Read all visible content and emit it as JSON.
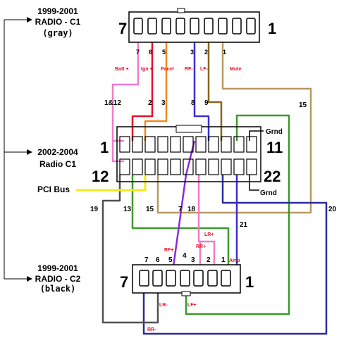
{
  "left_labels": {
    "top": {
      "l1": "1999-2001",
      "l2": "RADIO - C1",
      "l3": "(gray)"
    },
    "mid": {
      "l1": "2002-2004",
      "l2": "Radio C1"
    },
    "bottom": {
      "l1": "1999-2001",
      "l2": "RADIO - C2",
      "l3": "(black)"
    }
  },
  "pci_bus": "PCI Bus",
  "top_connector": {
    "left_num": "7",
    "right_num": "1",
    "pins": [
      "7",
      "6",
      "5",
      "3",
      "2",
      "1"
    ]
  },
  "mid_connector": {
    "tl": "1",
    "bl": "12",
    "tr": "11",
    "br": "22"
  },
  "bottom_connector": {
    "left_num": "7",
    "right_num": "1",
    "pins": [
      "7",
      "6",
      "5",
      "4",
      "3",
      "2",
      "1"
    ]
  },
  "grnd_labels": [
    "Grnd",
    "Grnd"
  ],
  "top_signals": [
    "Batt +",
    "Ign +",
    "Panel",
    "RF-",
    "LF-",
    "Mute"
  ],
  "mid_numbers": [
    "1&12",
    "2",
    "3",
    "8",
    "9",
    "15"
  ],
  "lower_numbers": [
    "19",
    "13",
    "15",
    "7",
    "18",
    "21",
    "20"
  ],
  "bottom_signals": [
    "LR+",
    "RR+",
    "RF+",
    "Amp",
    "LR-",
    "LF+",
    "RR-"
  ],
  "wire_colors": {
    "pink": "#f07ac8",
    "red": "#e8102c",
    "orange": "#f08a1e",
    "blue": "#3a2fd0",
    "brown": "#8a6418",
    "tan": "#b89860",
    "green": "#3a9a2a",
    "purple": "#8a2adc",
    "gray": "#505050",
    "navy": "#2a2aa0",
    "yellow": "#f5ea1a"
  }
}
